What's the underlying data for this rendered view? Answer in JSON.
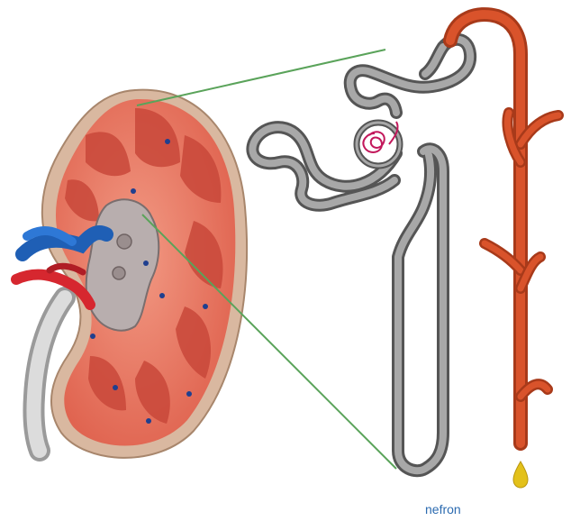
{
  "caption": "nefron",
  "colors": {
    "caption": "#2c6bb0",
    "connector_lines": "#5aa35a",
    "kidney_cortex": "#e8735c",
    "kidney_capsule": "#d9b8a0",
    "renal_pyramids": "#c9483a",
    "renal_pelvis": "#b8aeae",
    "renal_vein": "#1f5fb5",
    "renal_artery": "#d6272f",
    "ureter": "#c8c8c8",
    "nephron_tubule": "#8a8a8a",
    "glomerulus": "#c2185b",
    "collecting_duct": "#d9532b",
    "urine_drop": "#e3c11a"
  },
  "elements": {
    "kidney": "kidney-cross-section",
    "nephron": "nephron-tubule",
    "collecting_duct": "collecting-duct",
    "drop": "urine-drop"
  }
}
